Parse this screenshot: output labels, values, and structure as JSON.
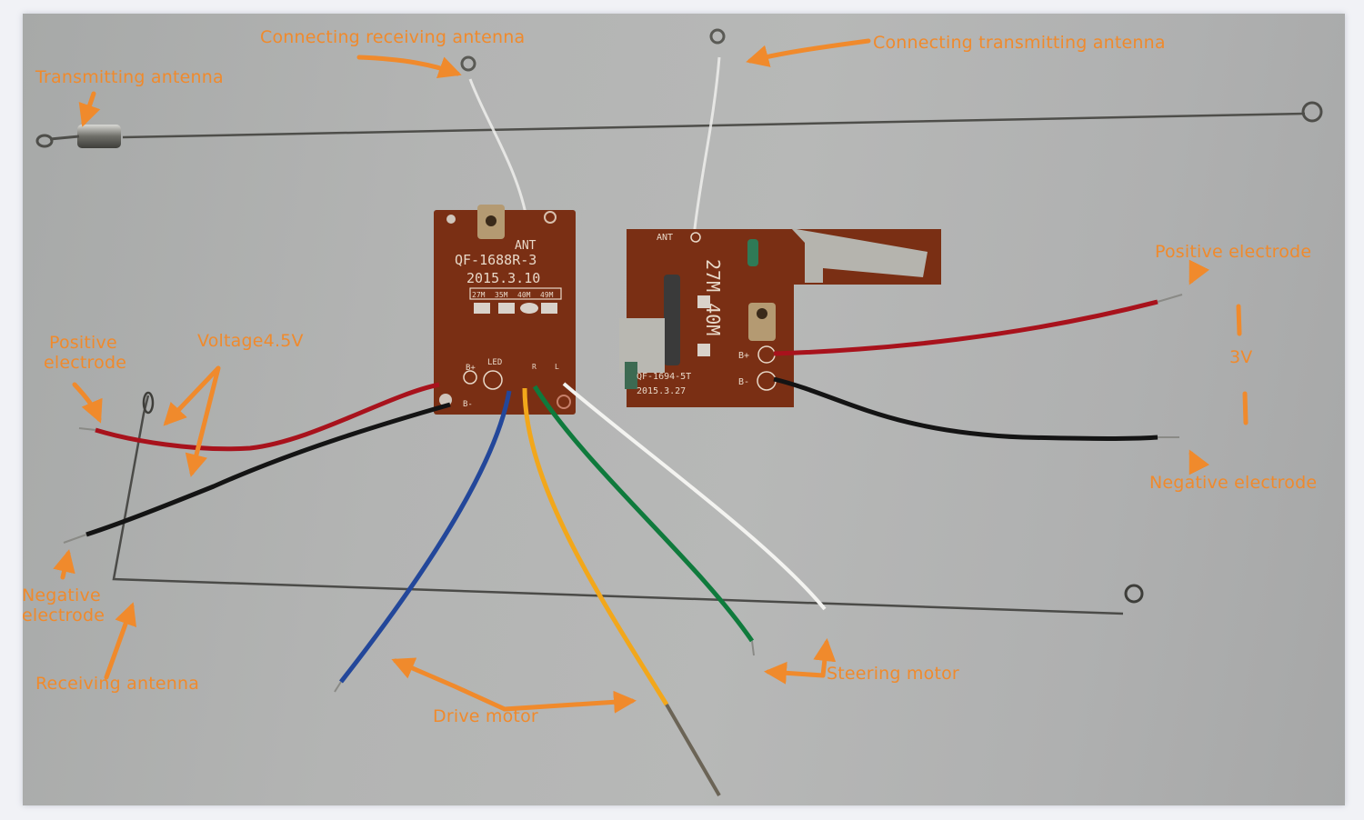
{
  "figure": {
    "title": "RC transmitter and receiver circuit board wiring",
    "colors": {
      "annotation": "#f08a2c",
      "pcb": "#7a2f14",
      "wire_red": "#a8121c",
      "wire_black": "#141414",
      "wire_blue": "#23479a",
      "wire_yellow": "#f2a71b",
      "wire_green": "#0f7a3c",
      "wire_white": "#f3f3f0",
      "background": "#b3b4b3"
    }
  },
  "annotations": {
    "connecting_receiving_antenna": "Connecting receiving antenna",
    "connecting_transmitting_antenna": "Connecting transmitting antenna",
    "transmitting_antenna": "Transmitting antenna",
    "positive_electrode_left_line1": "Positive",
    "positive_electrode_left_line2": "electrode",
    "voltage_left": "Voltage4.5V",
    "negative_electrode_left_line1": "Negative",
    "negative_electrode_left_line2": "electrode",
    "receiving_antenna": "Receiving antenna",
    "drive_motor": "Drive motor",
    "steering_motor": "Steering motor",
    "positive_electrode_right": "Positive electrode",
    "voltage_right": "3V",
    "negative_electrode_right": "Negative electrode"
  },
  "receiver_board": {
    "ant_label": "ANT",
    "model": "QF-1688R-3",
    "date": "2015.3.10",
    "freq_options": [
      "27M",
      "35M",
      "40M",
      "49M"
    ],
    "pins": {
      "bplus": "B+",
      "bminus": "B-",
      "led": "LED",
      "r": "R",
      "l": "L"
    }
  },
  "transmitter_board": {
    "ant_label": "ANT",
    "freq": "27M 40M",
    "model": "QF-1694-5T",
    "date": "2015.3.27",
    "pins": {
      "bplus": "B+",
      "bminus": "B-"
    }
  }
}
